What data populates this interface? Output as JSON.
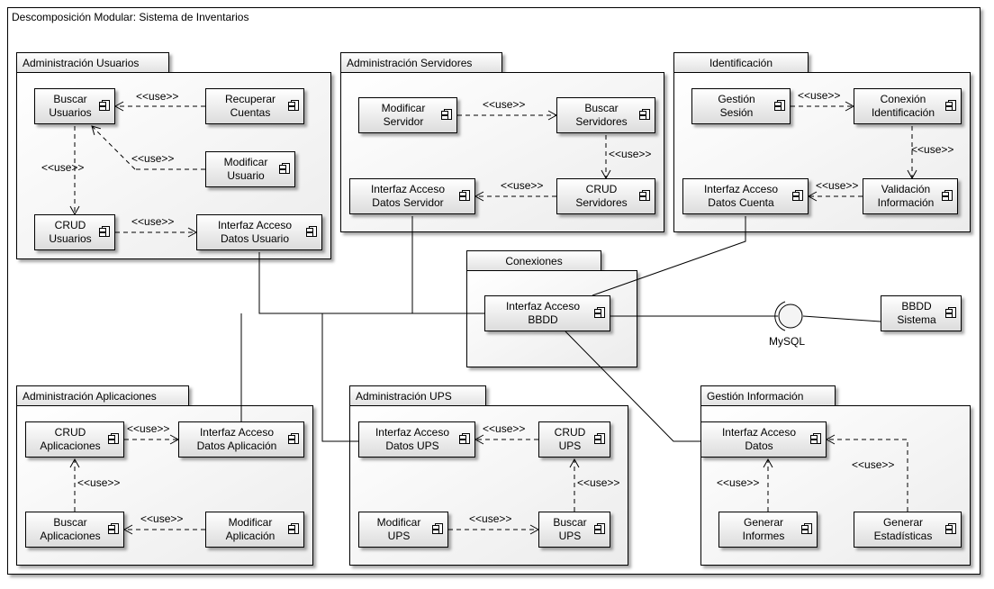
{
  "frame": {
    "title": "Descomposición Modular: Sistema de Inventarios"
  },
  "packages": {
    "usuarios": "Administración Usuarios",
    "servidores": "Administración Servidores",
    "identificacion": "Identificación",
    "conexiones": "Conexiones",
    "aplicaciones": "Administración Aplicaciones",
    "ups": "Administración UPS",
    "informacion": "Gestión Información"
  },
  "components": {
    "buscar_usuarios": "Buscar\nUsuarios",
    "recuperar_cuentas": "Recuperar\nCuentas",
    "modificar_usuario": "Modificar\nUsuario",
    "crud_usuarios": "CRUD\nUsuarios",
    "interfaz_datos_usuario": "Interfaz Acceso\nDatos Usuario",
    "modificar_servidor": "Modificar\nServidor",
    "buscar_servidores": "Buscar\nServidores",
    "crud_servidores": "CRUD\nServidores",
    "interfaz_datos_servidor": "Interfaz Acceso\nDatos Servidor",
    "gestion_sesion": "Gestión\nSesión",
    "conexion_identificacion": "Conexión\nIdentificación",
    "validacion_informacion": "Validación\nInformación",
    "interfaz_datos_cuenta": "Interfaz Acceso\nDatos Cuenta",
    "interfaz_bbdd": "Interfaz Acceso\nBBDD",
    "bbdd_sistema": "BBDD\nSistema",
    "crud_aplicaciones": "CRUD\nAplicaciones",
    "interfaz_datos_aplicacion": "Interfaz Acceso\nDatos Aplicación",
    "buscar_aplicaciones": "Buscar\nAplicaciones",
    "modificar_aplicacion": "Modificar\nAplicación",
    "interfaz_datos_ups": "Interfaz Acceso\nDatos UPS",
    "crud_ups": "CRUD\nUPS",
    "modificar_ups": "Modificar\nUPS",
    "buscar_ups": "Buscar\nUPS",
    "interfaz_datos": "Interfaz Acceso\nDatos",
    "generar_informes": "Generar\nInformes",
    "generar_estadisticas": "Generar\nEstadísticas"
  },
  "interface": {
    "mysql": "MySQL"
  },
  "use_label": "<<use>>",
  "colors": {
    "line": "#000000",
    "box_top": "#ffffff",
    "box_bottom": "#dcdcdc"
  }
}
